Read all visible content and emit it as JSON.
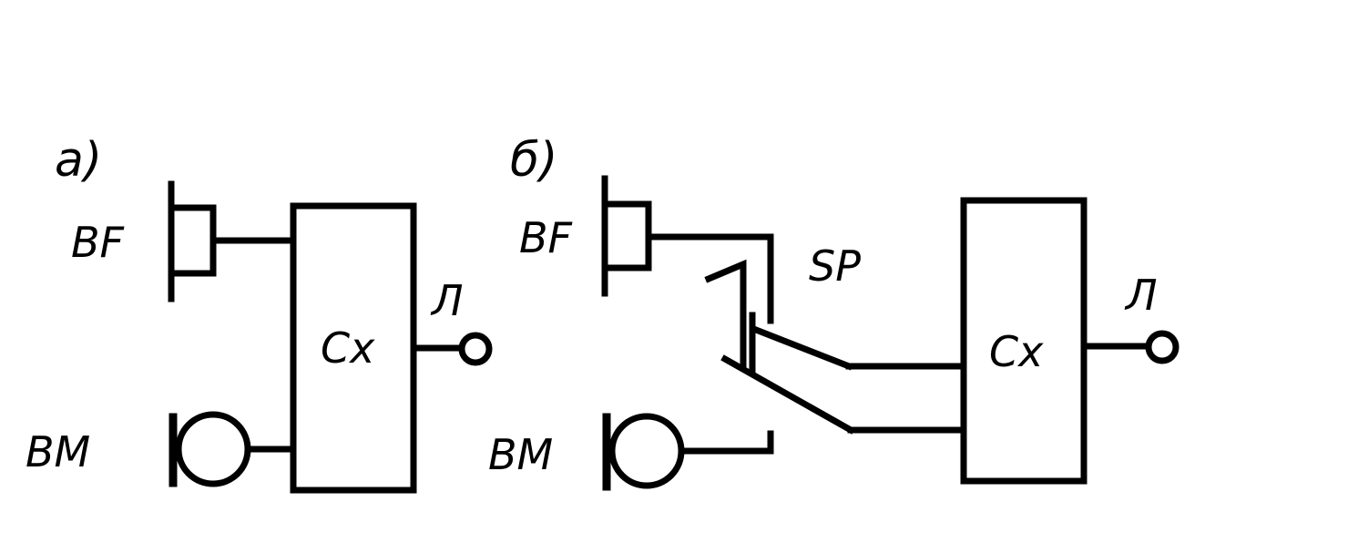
{
  "diagram": {
    "panel_a": {
      "tag": "a)",
      "earpiece_label": "BF",
      "microphone_label": "BM",
      "circuit_label": "Cx",
      "line_label": "Л"
    },
    "panel_b": {
      "tag": "б)",
      "earpiece_label": "BF",
      "microphone_label": "BM",
      "switch_label": "SP",
      "circuit_label": "Cx",
      "line_label": "Л"
    }
  }
}
